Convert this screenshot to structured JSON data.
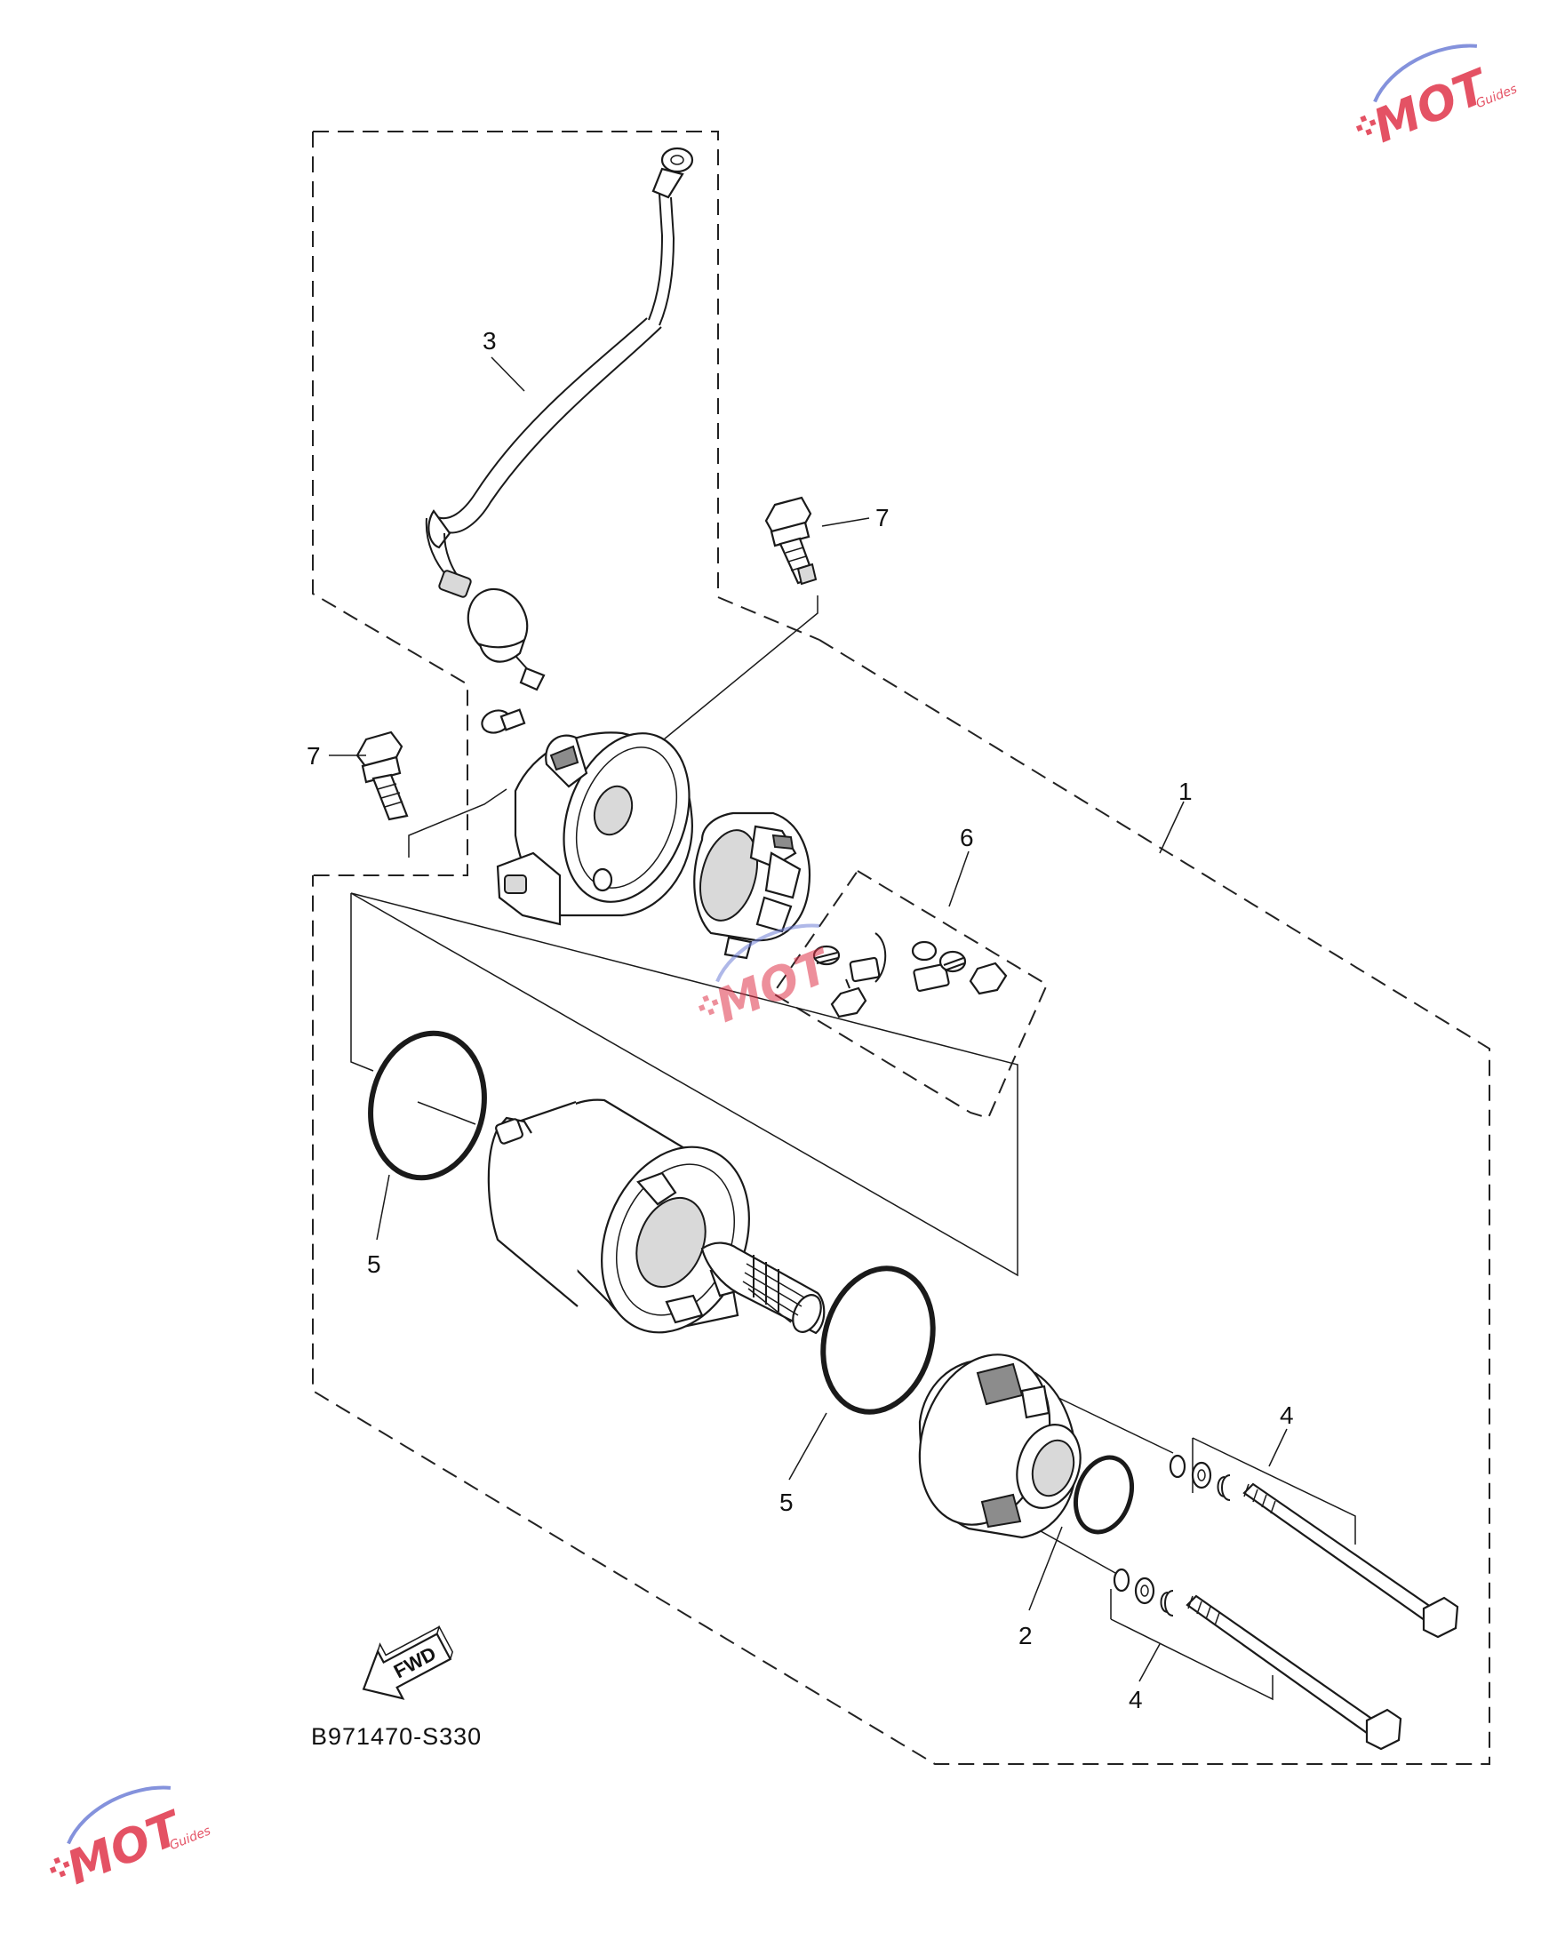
{
  "diagram": {
    "reference_code": "B971470-S330",
    "direction_label": "FWD",
    "callouts": [
      {
        "id": "callout-1",
        "text": "1"
      },
      {
        "id": "callout-2",
        "text": "2"
      },
      {
        "id": "callout-3",
        "text": "3"
      },
      {
        "id": "callout-4a",
        "text": "4"
      },
      {
        "id": "callout-4b",
        "text": "4"
      },
      {
        "id": "callout-5a",
        "text": "5"
      },
      {
        "id": "callout-5b",
        "text": "5"
      },
      {
        "id": "callout-6",
        "text": "6"
      },
      {
        "id": "callout-7a",
        "text": "7"
      },
      {
        "id": "callout-7b",
        "text": "7"
      }
    ]
  },
  "watermark": {
    "logo_text": "MOT",
    "logo_subtext": "Guides",
    "colors": {
      "red": "#e0344a",
      "blue": "#6f7fd6"
    }
  }
}
